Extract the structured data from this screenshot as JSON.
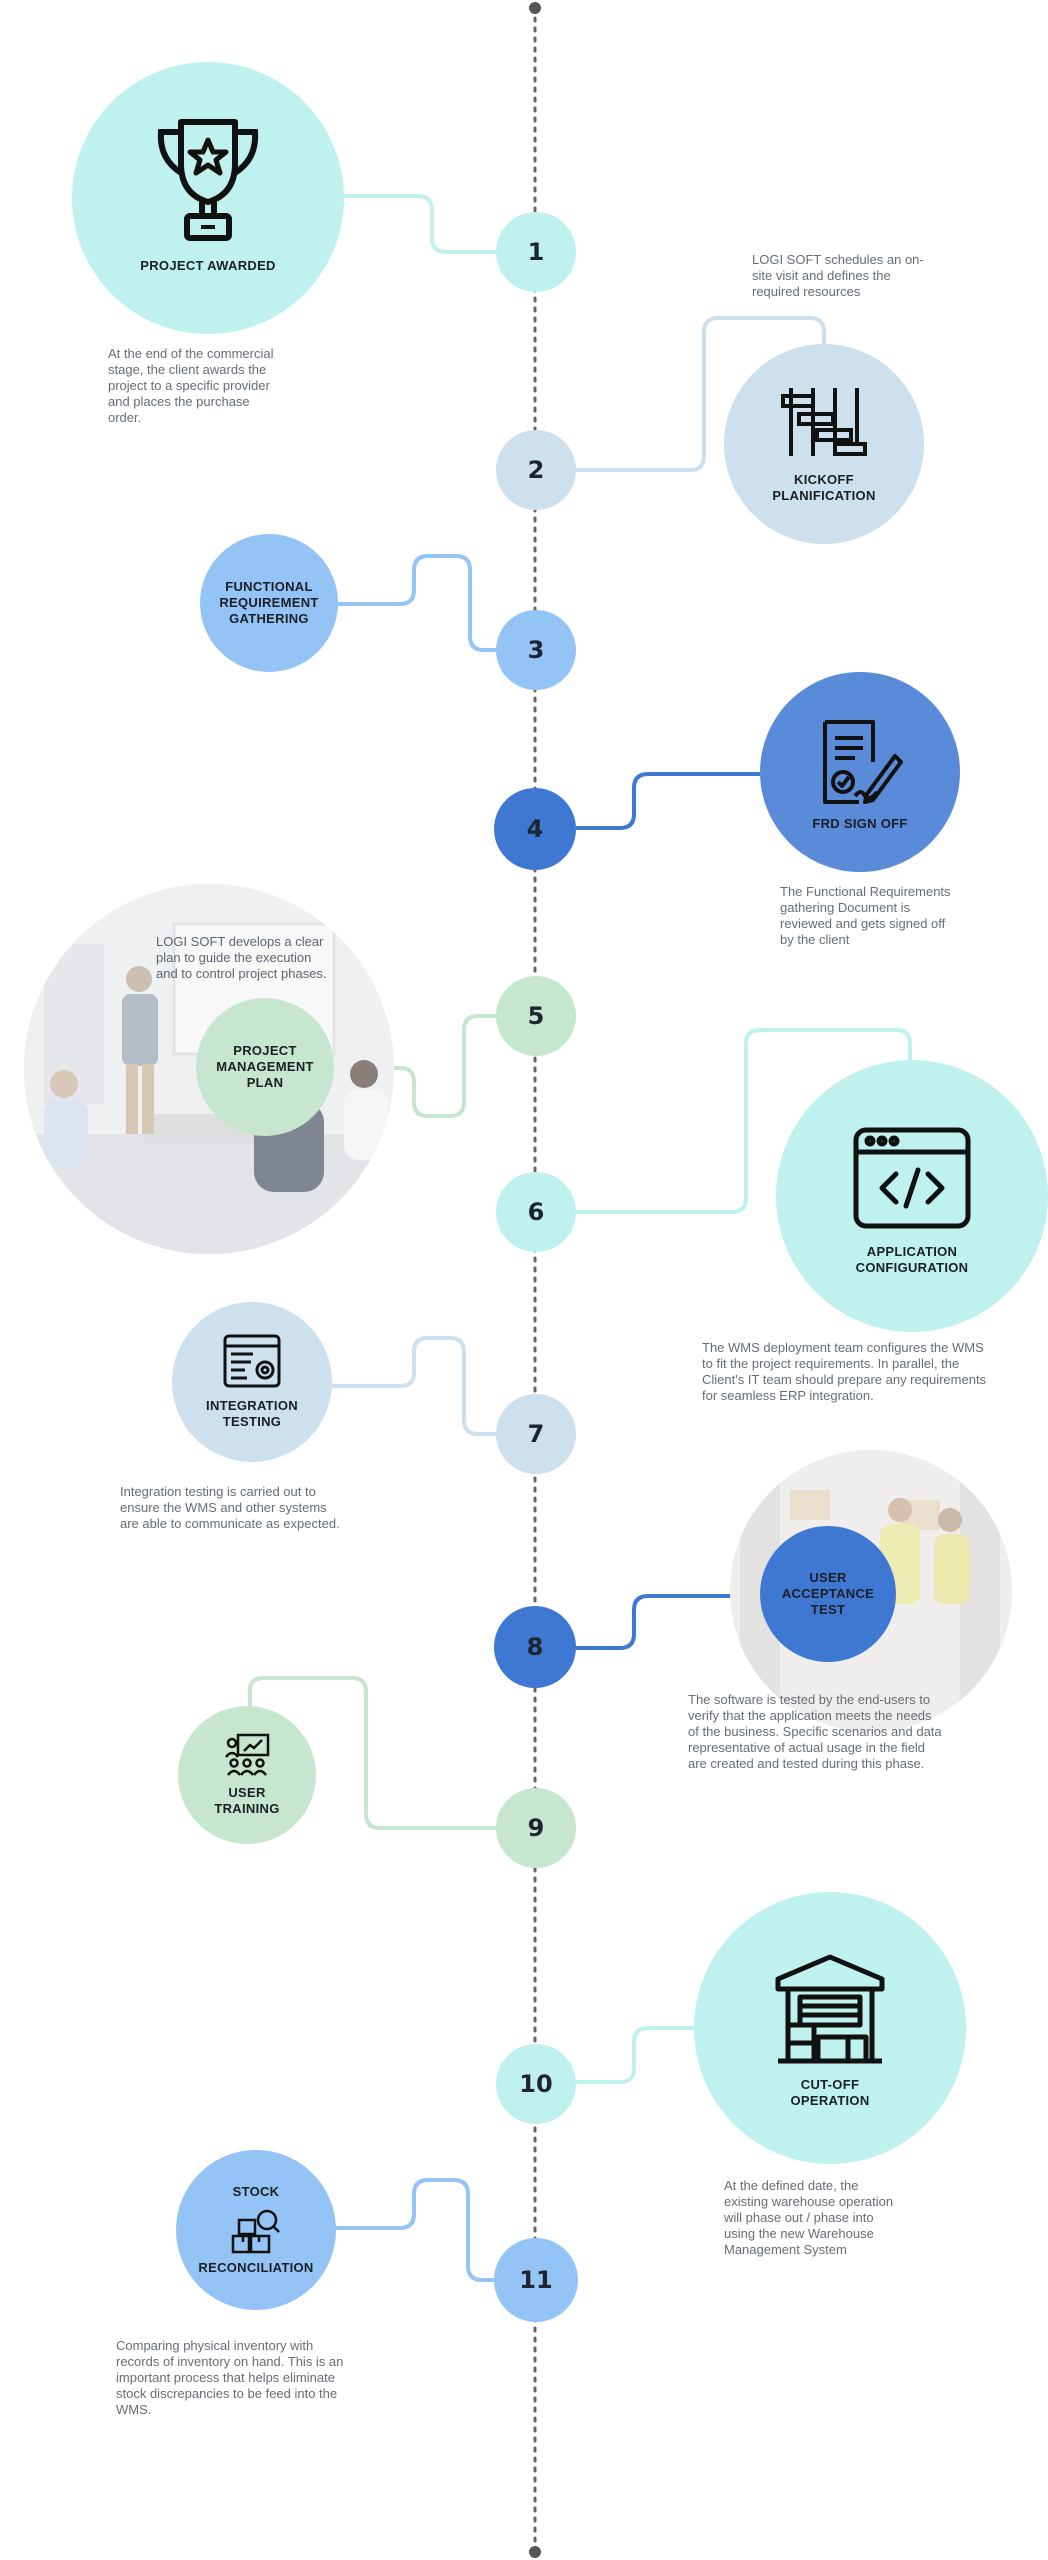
{
  "colors": {
    "cyan": "#bff1ef",
    "pale_blue": "#cce0ee",
    "light_blue": "#94c3f6",
    "medium_blue": "#5a8bd9",
    "strong_blue": "#3f78d3",
    "mint": "#c6e6cf",
    "timeline": "#666666"
  },
  "steps": [
    {
      "number": "1",
      "title": "PROJECT AWARDED",
      "description": "At the end of  the commercial\nstage, the client awards the\nproject to a specific provider\nand places the purchase\norder.",
      "icon": "trophy-icon"
    },
    {
      "number": "2",
      "title": "KICKOFF\nPLANIFICATION",
      "description": "LOGI SOFT schedules an on-\nsite visit and defines the\nrequired resources",
      "icon": "gantt-planning-icon"
    },
    {
      "number": "3",
      "title": "FUNCTIONAL\nREQUIREMENT\nGATHERING",
      "description": "",
      "icon": ""
    },
    {
      "number": "4",
      "title": "FRD SIGN OFF",
      "description": "The Functional Requirements\ngathering Document is\nreviewed and gets signed off\nby the client",
      "icon": "signed-document-icon"
    },
    {
      "number": "5",
      "title": "PROJECT\nMANAGEMENT\nPLAN",
      "description": "LOGI SOFT develops a clear\nplan to guide the execution\nand to control project phases.",
      "icon": "meeting-photo"
    },
    {
      "number": "6",
      "title": "APPLICATION\nCONFIGURATION",
      "description": "The WMS deployment team configures the WMS\nto fit the project requirements. In parallel, the\nClient's IT team should prepare any requirements\nfor seamless ERP integration.",
      "icon": "code-window-icon"
    },
    {
      "number": "7",
      "title": "INTEGRATION\nTESTING",
      "description": "Integration testing is carried out to\nensure the WMS and other systems\nare able to communicate as expected.",
      "icon": "settings-window-icon"
    },
    {
      "number": "8",
      "title": "USER\nACCEPTANCE\nTEST",
      "description": "The software is tested by the end-users to\nverify that the application meets the needs\nof the business. Specific scenarios and data\nrepresentative of actual usage in the field\nare created and tested during this phase.",
      "icon": "warehouse-photo"
    },
    {
      "number": "9",
      "title": "USER\nTRAINING",
      "description": "",
      "icon": "presentation-training-icon"
    },
    {
      "number": "10",
      "title": "CUT-OFF\nOPERATION",
      "description": "At the defined date, the\nexisting warehouse operation\nwill phase out / phase into\nusing the new Warehouse\nManagement System",
      "icon": "warehouse-icon"
    },
    {
      "number": "11",
      "title_top": "STOCK",
      "title": "RECONCILIATION",
      "description": "Comparing physical inventory with\nrecords of inventory on hand. This is an\nimportant process that helps eliminate\nstock discrepancies to be feed into the\nWMS.",
      "icon": "boxes-search-icon"
    }
  ]
}
